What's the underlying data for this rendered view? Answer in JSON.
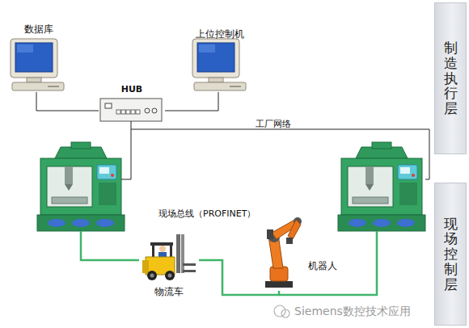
{
  "diagram": {
    "nodes": [
      {
        "text": [
          "数据库"
        ]
      },
      {
        "text": [
          "上位控制机"
        ]
      },
      {
        "text": [
          "制造执行层"
        ]
      },
      {
        "text": [
          "HUB"
        ]
      },
      {
        "text": [
          "物流车"
        ]
      },
      {
        "text": [
          "机器人"
        ]
      },
      {
        "text": [
          "现场控制层"
        ]
      }
    ],
    "edges": [
      {
        "from": 0,
        "to": 3,
        "arrow": "none"
      },
      {
        "from": 1,
        "to": 3,
        "arrow": "none"
      },
      {
        "from": 4,
        "to": 5,
        "arrow": "none"
      }
    ],
    "labels": [
      "工厂网络",
      "现场总线（PROFINET）",
      "Siemens数控技术应用"
    ]
  }
}
